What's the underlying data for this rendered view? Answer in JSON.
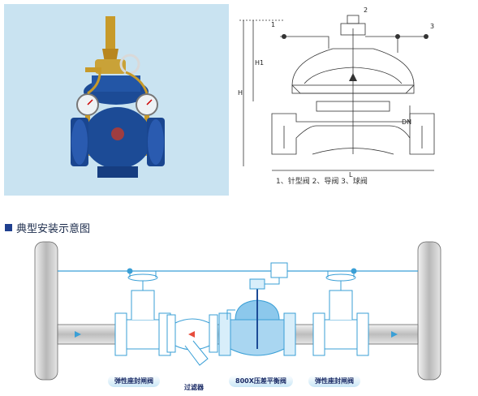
{
  "section_title": "典型安装示意图",
  "drawing": {
    "callouts": [
      "1",
      "2",
      "3"
    ],
    "dims": {
      "h1": "H1",
      "h": "H",
      "dn": "DN",
      "l": "L"
    },
    "legend": "1、针型阀   2、导阀   3、球阀"
  },
  "install": {
    "labels": {
      "gate_valve_left": "弹性座封闸阀",
      "strainer": "过滤器",
      "main_valve": "800X压差平衡阀",
      "gate_valve_right": "弹性座封闸阀"
    }
  },
  "colors": {
    "valve_blue": "#1c4b96",
    "valve_brass": "#c79a2a",
    "line_blue": "#3a9fd6",
    "panel_bg": "#c9e3f1",
    "title_square": "#1f3f8f"
  }
}
